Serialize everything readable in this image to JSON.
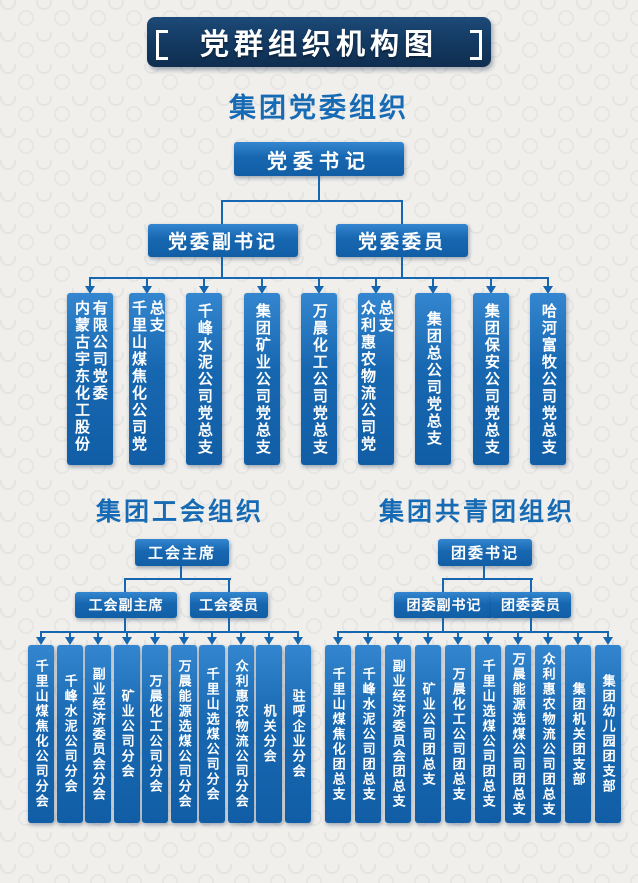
{
  "page": {
    "title": "党群组织机构图",
    "background": "#f0efec"
  },
  "colors": {
    "box_blue": "#1767b0",
    "banner_navy": "#143b64",
    "heading_blue": "#176ab4",
    "connector_blue": "#1667b0"
  },
  "party": {
    "heading": "集团党委组织",
    "root": "党委书记",
    "children": [
      "党委副书记",
      "党委委员"
    ],
    "branches": [
      "内蒙古宇东化工股份有限公司党委",
      "千里山煤焦化公司党总支",
      "千峰水泥公司党总支",
      "集团矿业公司党总支",
      "万晨化工公司党总支",
      "众利惠农物流公司党总支",
      "集团总公司党总支",
      "集团保安公司党总支",
      "哈河富牧公司党总支"
    ]
  },
  "union": {
    "heading": "集团工会组织",
    "root": "工会主席",
    "children": [
      "工会副主席",
      "工会委员"
    ],
    "branches": [
      "千里山煤焦化公司分会",
      "千峰水泥公司分会",
      "副业经济委员会分会",
      "矿业公司分会",
      "万晨化工公司分会",
      "万晨能源选煤公司分会",
      "千里山选煤公司分会",
      "众利惠农物流公司分会",
      "机关分会",
      "驻呼企业分会"
    ]
  },
  "youth": {
    "heading": "集团共青团组织",
    "root": "团委书记",
    "children": [
      "团委副书记",
      "团委委员"
    ],
    "branches": [
      "千里山煤焦化团总支",
      "千峰水泥公司团总支",
      "副业经济委员会团总支",
      "矿业公司团总支",
      "万晨化工公司团总支",
      "千里山选煤公司团总支",
      "万晨能源选煤公司团总支",
      "众利惠农物流公司团总支",
      "集团机关团支部",
      "集团幼儿园团支部"
    ]
  }
}
